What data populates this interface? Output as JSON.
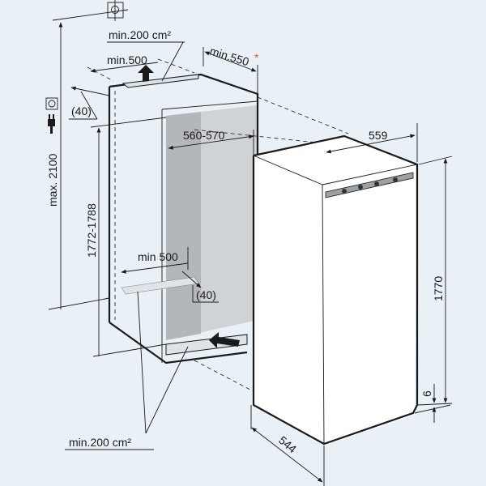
{
  "diagram": {
    "title": "Built-in appliance installation dimensions",
    "labels": {
      "top_vent_area": "min.200 cm²",
      "top_vent_width": "min.500",
      "niche_depth": "min.550",
      "niche_depth_note": "*",
      "top_offset": "(40)",
      "max_height": "max. 2100",
      "niche_height": "1772-1788",
      "niche_width": "560-570",
      "bottom_vent_width": "min 500",
      "bottom_offset": "(40)",
      "appliance_width": "559",
      "appliance_height": "1770",
      "plinth_gap": "6",
      "appliance_depth": "544",
      "bottom_vent_area": "min.200 cm²"
    },
    "icons": [
      "socket-icon",
      "plug-icon",
      "wall-anchor-icon",
      "airflow-arrow-icon"
    ],
    "colors": {
      "background": "#e9f1f6",
      "asterisk": "#e05a1a",
      "niche_interior": "#cfd3d6"
    }
  }
}
